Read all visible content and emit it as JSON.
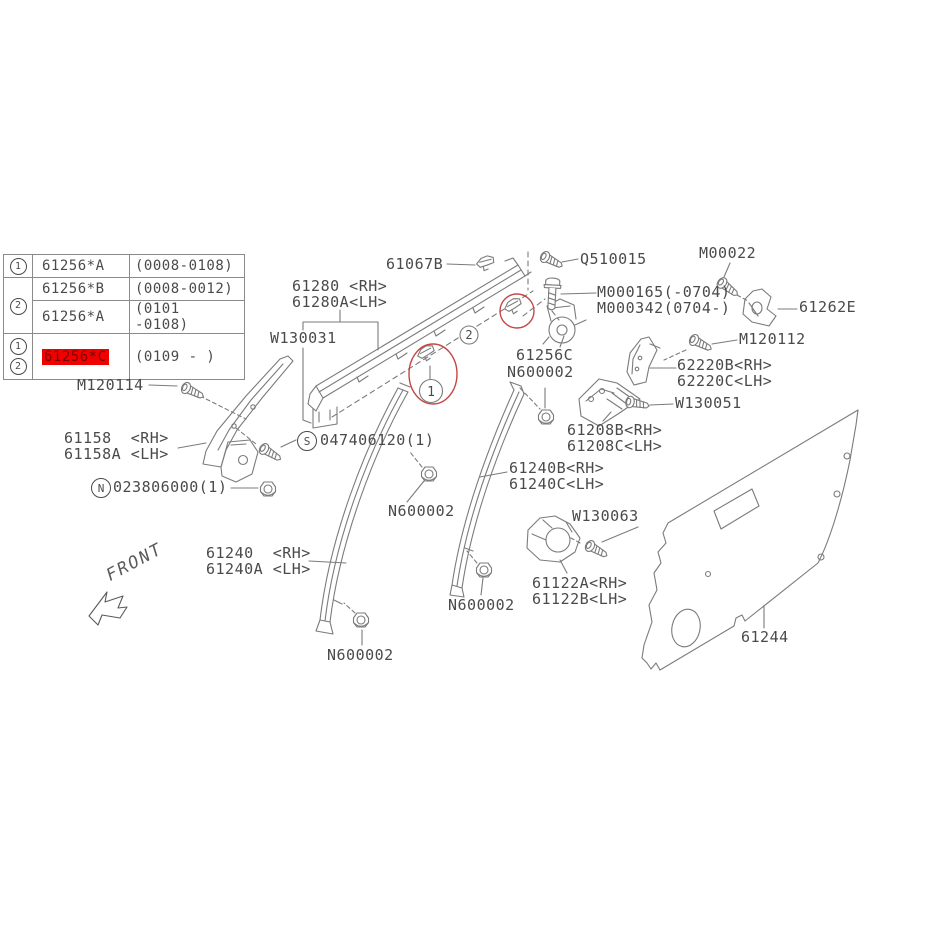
{
  "colors": {
    "line": "#7b7b7b",
    "text": "#4a4a4a",
    "annotation_red": "#c64545",
    "highlight_bg": "#f20000",
    "highlight_text": "#7d0000"
  },
  "table": {
    "rows": [
      {
        "callouts": [
          "1"
        ],
        "part": "61256*A",
        "range": "(0008-0108)",
        "highlight": false
      },
      {
        "callouts": [
          "2"
        ],
        "part": "61256*B",
        "range": "(0008-0012)",
        "highlight": false
      },
      {
        "callouts": [],
        "part": "61256*A",
        "range": "(0101 -0108)",
        "highlight": false
      },
      {
        "callouts": [
          "1",
          "2"
        ],
        "part": "61256*C",
        "range": "(0109 -   )",
        "highlight": true
      }
    ]
  },
  "callouts": {
    "c1": "1",
    "c2": "2"
  },
  "badges": {
    "s": "S",
    "n": "N"
  },
  "labels": {
    "l61067b": "61067B",
    "q510015": "Q510015",
    "m00022": "M00022",
    "m000165": "M000165(-0704)\nM000342(0704-)",
    "l61262e": "61262E",
    "m120112": "M120112",
    "l62220": "62220B<RH>\n62220C<LH>",
    "w130051": "W130051",
    "l61280": "61280 <RH>\n61280A<LH>",
    "w130031": "W130031",
    "l61256c": "61256C",
    "n600002_a": "N600002",
    "l61208": "61208B<RH>\n61208C<LH>",
    "m120114": "M120114",
    "l61158": "61158  <RH>\n61158A <LH>",
    "s_num": "047406120(1)",
    "n_num": "023806000(1)",
    "l61240b": "61240B<RH>\n61240C<LH>",
    "n600002_b": "N600002",
    "l61240": "61240  <RH>\n61240A <LH>",
    "w130063": "W130063",
    "l61122": "61122A<RH>\n61122B<LH>",
    "n600002_c": "N600002",
    "n600002_d": "N600002",
    "l61244": "61244",
    "front": "FRONT"
  }
}
